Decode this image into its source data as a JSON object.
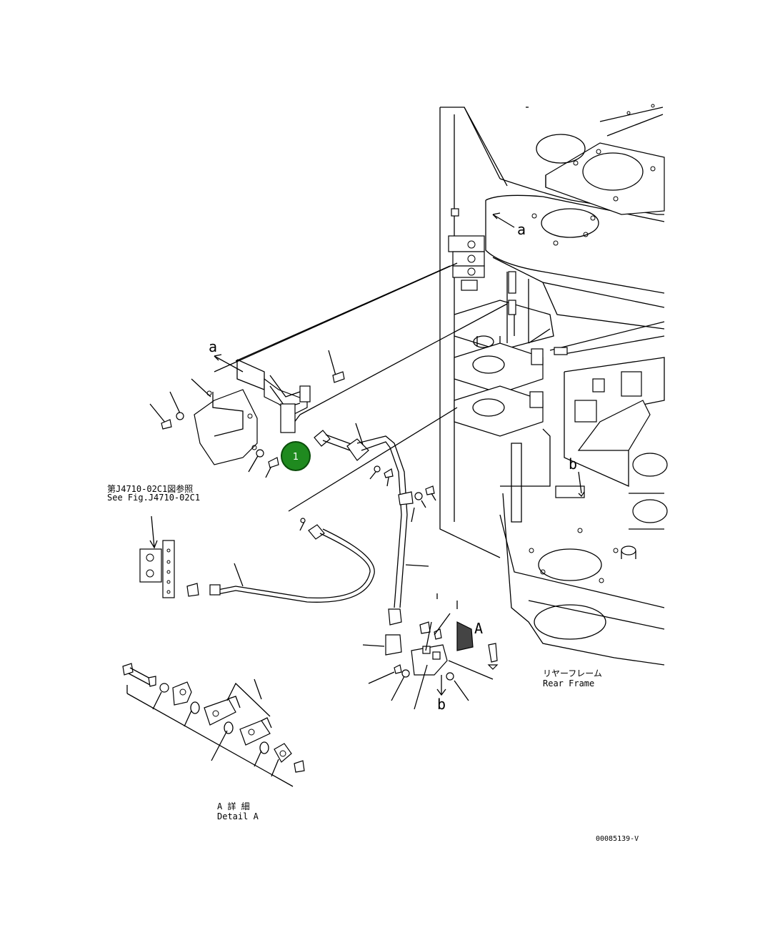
{
  "callouts": {
    "a_top": "a",
    "a_left": "a",
    "b_right": "b",
    "b_bottom": "b",
    "A_marker": "A"
  },
  "reference": {
    "jp": "第J4710-02C1図参照",
    "en": "See Fig.J4710-02C1"
  },
  "rear_frame": {
    "jp": "リヤーフレーム",
    "en": "Rear Frame"
  },
  "detail": {
    "jp": "A 詳 細",
    "en": "Detail A"
  },
  "drawing_number": "00085139-V",
  "hotspot": {
    "label": "1",
    "color": "#1f8a1f",
    "border_color": "#0b4d0b"
  }
}
